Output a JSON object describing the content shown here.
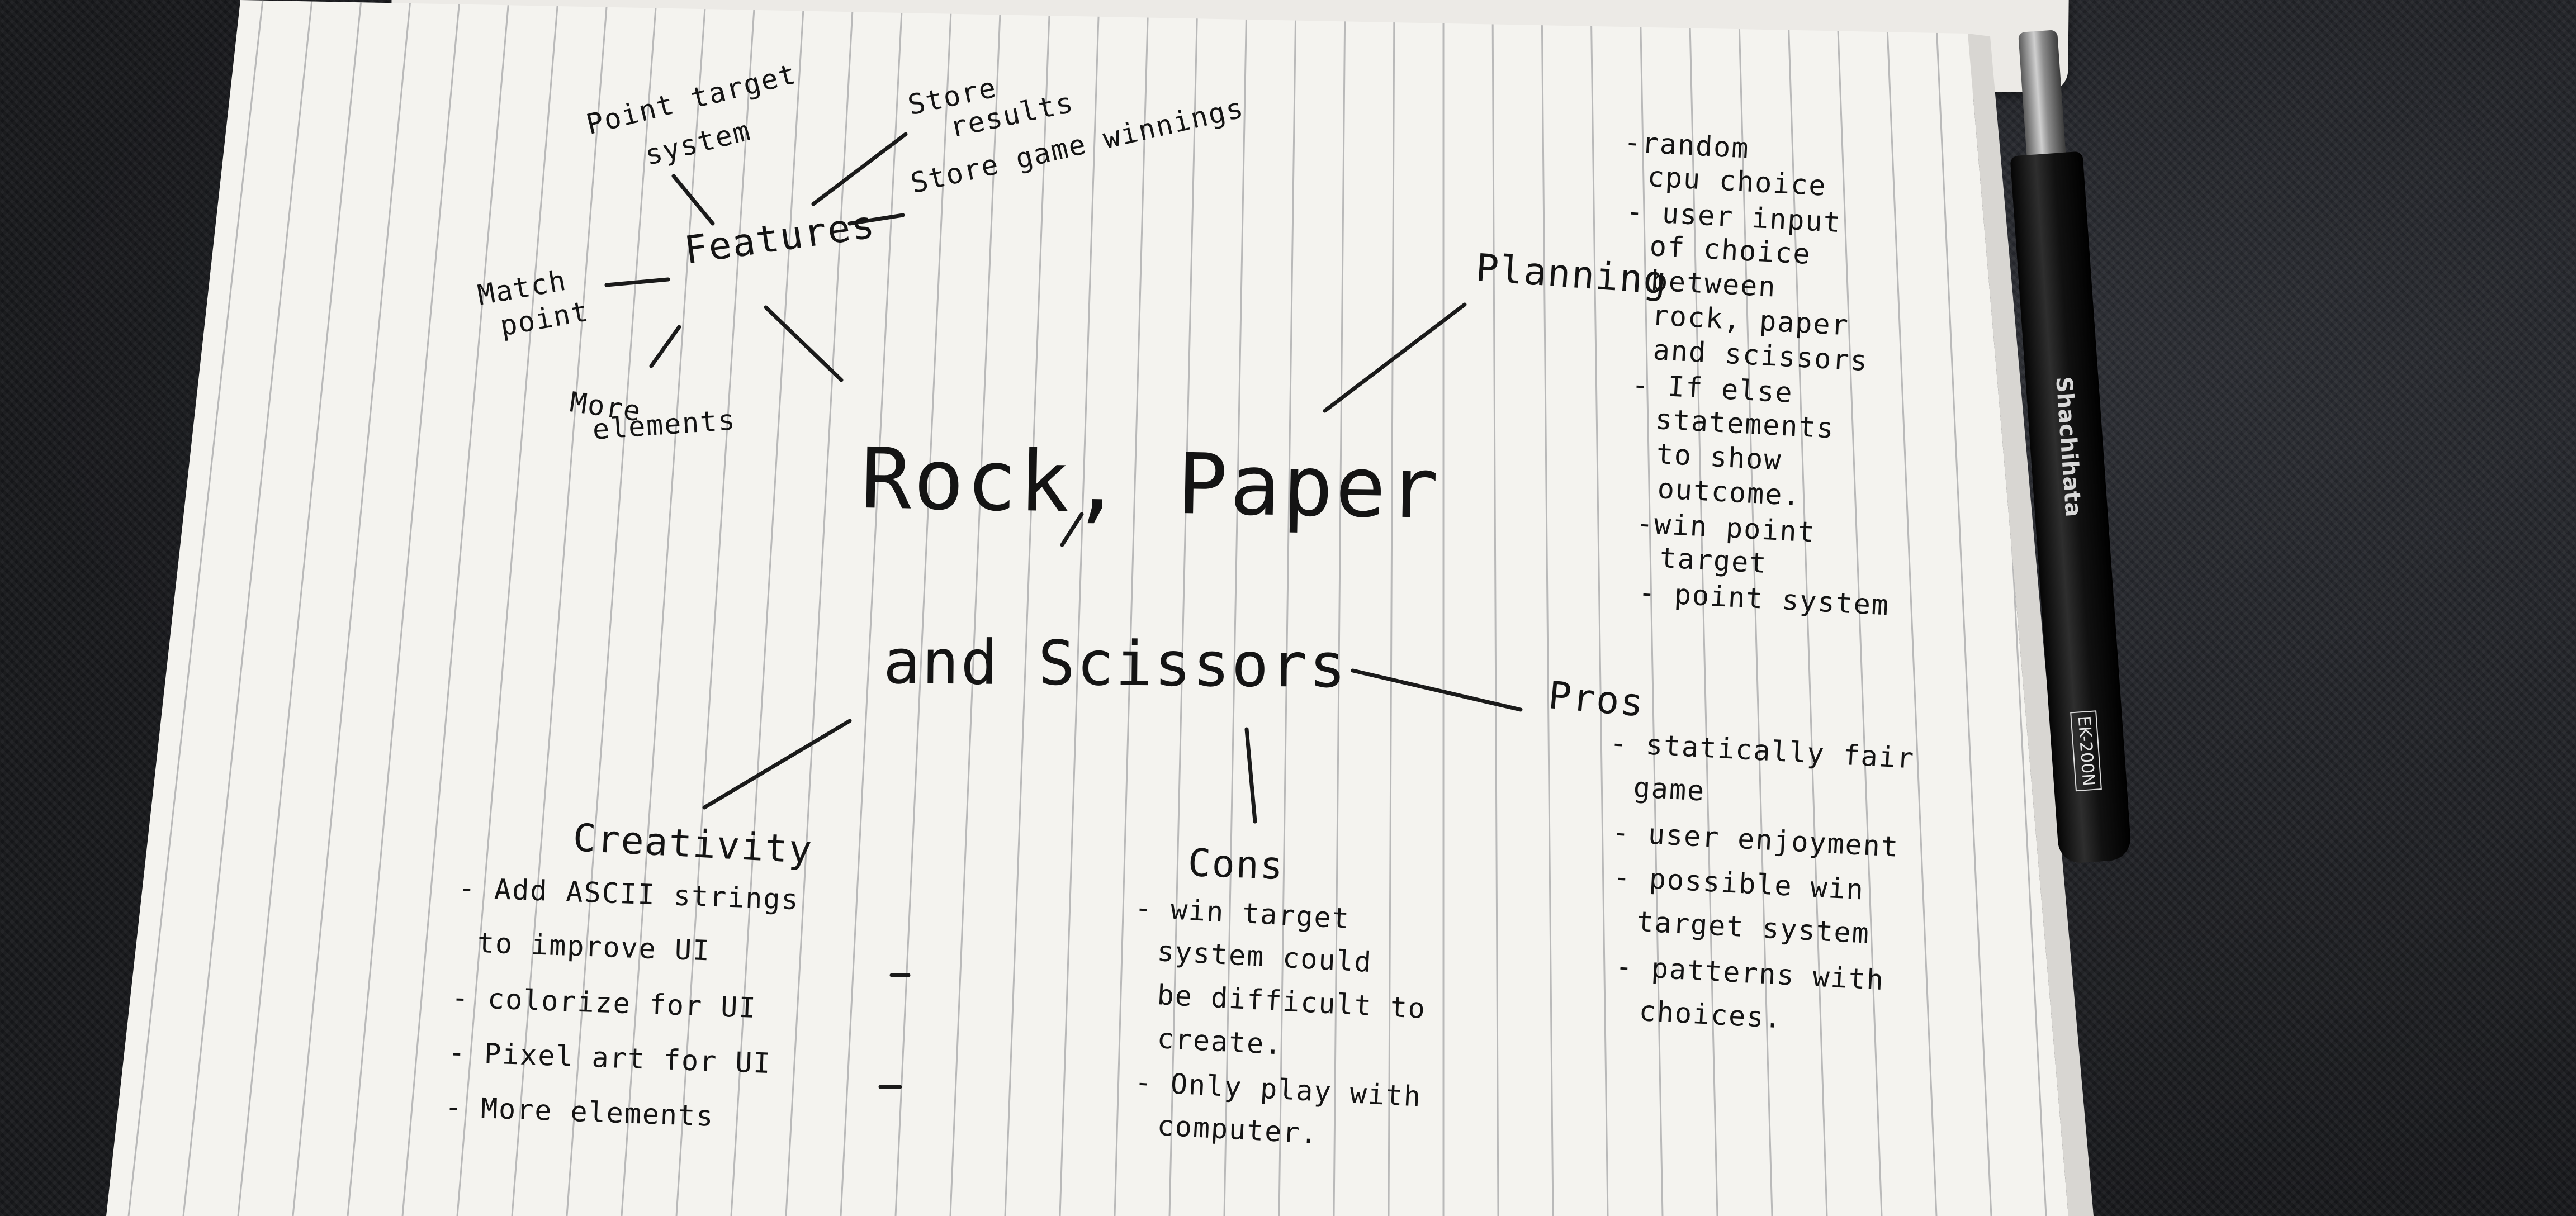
{
  "title": {
    "line1": "Rock, Paper",
    "line2": "and Scissors"
  },
  "features": {
    "heading": "Features",
    "point_target": [
      "Point target",
      "system"
    ],
    "store_results": [
      "Store",
      "results"
    ],
    "store_game_winnings": "Store game winnings",
    "match_point": [
      "Match",
      "point"
    ],
    "more_elements": [
      "More",
      "elements"
    ]
  },
  "planning": {
    "heading": "Planning",
    "notes": [
      "-random",
      "cpu choice",
      "- user input",
      "of choice",
      "between",
      "rock, paper",
      "and scissors",
      "- If else",
      "statements",
      "to show",
      "outcome.",
      "-win point",
      "target",
      "- point system"
    ]
  },
  "pros": {
    "heading": "Pros",
    "notes": [
      "- statically fair",
      "game",
      "- user enjoyment",
      "- possible win",
      "target system",
      "- patterns with",
      "choices."
    ]
  },
  "cons": {
    "heading": "Cons",
    "notes": [
      "- win target",
      "system could",
      "be difficult to",
      "create.",
      "- Only play with",
      "computer."
    ]
  },
  "creativity": {
    "heading": "Creativity",
    "notes": [
      "- Add ASCII strings",
      "to improve UI",
      "- colorize for UI",
      "- Pixel art for UI",
      "- More elements"
    ]
  },
  "pen": {
    "brand": "Shachihata",
    "model": "EK-200N"
  }
}
